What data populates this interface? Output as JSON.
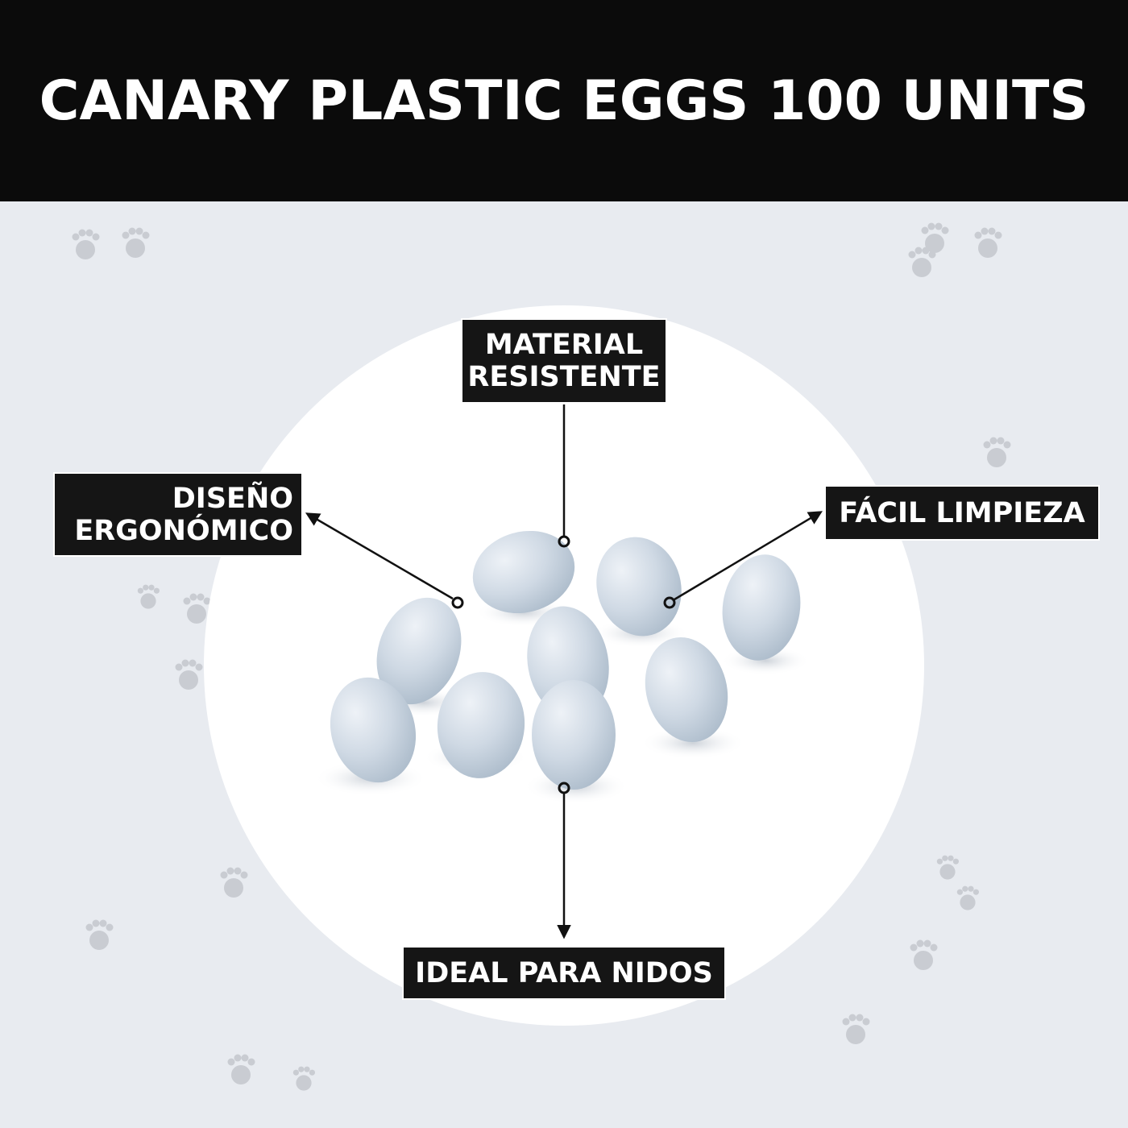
{
  "header": {
    "title": "CANARY PLASTIC EGGS 100 UNITS"
  },
  "callouts": {
    "material": {
      "line1": "MATERIAL",
      "line2": "RESISTENTE"
    },
    "diseno": {
      "line1": "DISEÑO",
      "line2": "ERGONÓMICO"
    },
    "facil": {
      "text": "FÁCIL LIMPIEZA"
    },
    "ideal": {
      "text": "IDEAL PARA NIDOS"
    }
  },
  "colors": {
    "banner": "#0b0b0b",
    "background": "#e8ebf0",
    "egg": "#cdd7e2",
    "paw": "#c9ccd2"
  },
  "icons": [
    "paw-print-icon",
    "egg-icon",
    "arrow-icon"
  ]
}
